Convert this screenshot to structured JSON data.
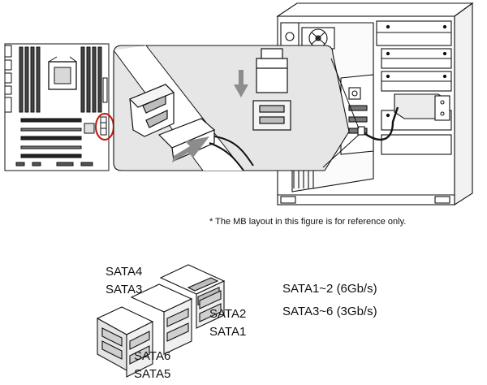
{
  "note": "* The MB layout in this figure is for reference only.",
  "port_labels": {
    "sata4": "SATA4",
    "sata3": "SATA3",
    "sata2": "SATA2",
    "sata1": "SATA1",
    "sata6": "SATA6",
    "sata5": "SATA5"
  },
  "speeds": {
    "sata1_2": "SATA1~2 (6Gb/s)",
    "sata3_6": "SATA3~6 (3Gb/s)"
  },
  "colors": {
    "line": "#111111",
    "highlight": "#c0201a",
    "arrow": "#8c8c8c",
    "panel": "#e6e6e6"
  }
}
